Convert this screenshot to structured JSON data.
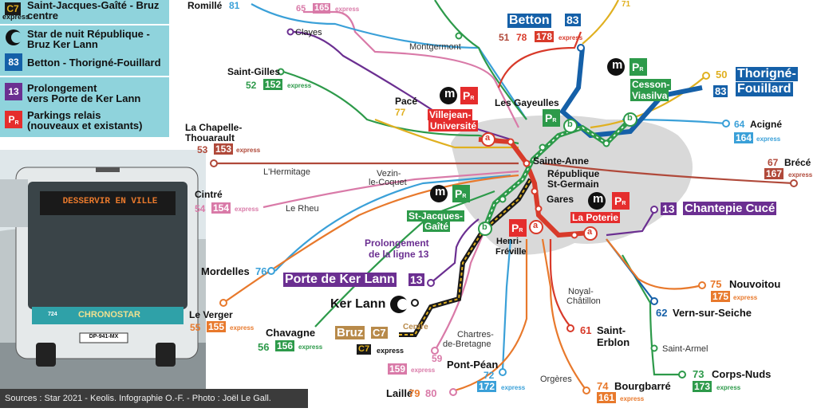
{
  "colors": {
    "legend_bg": "#8fd3dc",
    "c7": "#1a1a1a",
    "line13": "#6b2f91",
    "line83": "#1560a8",
    "metro": "#111111",
    "pr_red": "#e52d2d",
    "red": "#d83a2a",
    "green": "#2d9a4a",
    "orange": "#e8792c",
    "purple": "#6b2f91",
    "brown": "#b0493a",
    "yellow": "#e0b020",
    "pink": "#d97aa8",
    "lightblue": "#3aa0d8",
    "metro_area": "#d9d9d9"
  },
  "legend": {
    "c7_title": "Saint-Jacques-Gaîté - Bruz centre",
    "c7_badge": "C7",
    "c7_express": "express",
    "night_title_1": "Star de nuit République -",
    "night_title_2": "Bruz Ker Lann",
    "line83_badge": "83",
    "line83_title": "Betton - Thorigné-Fouillard",
    "line13_badge": "13",
    "line13_title_1": "Prolongement",
    "line13_title_2": "vers Porte de Ker Lann",
    "pr_badge": "P",
    "pr_sub": "R",
    "pr_title_1": "Parkings relais",
    "pr_title_2": "(nouveaux et existants)"
  },
  "photo": {
    "headsign": "DESSERVIR EN VILLE",
    "brand": "CHRONOSTAR",
    "plate": "DP-941-MX",
    "fleet": "724"
  },
  "credits": "Sources : Star 2021 - Keolis. Infographie O.-F. - Photo : Joël Le Gall.",
  "places": {
    "romille": "Romillé",
    "romille_num": "81",
    "l65": "65",
    "l165": "165",
    "express": "express",
    "clayes": "Clayes",
    "montgermont": "Montgermont",
    "betton": "Betton",
    "betton_83": "83",
    "l51": "51",
    "l78": "78",
    "l178": "178",
    "saint_gilles": "Saint-Gilles",
    "l52": "52",
    "l152": "152",
    "pace": "Pacé",
    "l77": "77",
    "villejean_1": "Villejean-",
    "villejean_2": "Université",
    "gayeulles": "Les Gayeulles",
    "cesson_1": "Cesson-",
    "cesson_2": "Viasilva",
    "l50": "50",
    "l83b": "83",
    "thorigne_1": "Thorigné-",
    "thorigne_2": "Fouillard",
    "chapelle_1": "La Chapelle-",
    "chapelle_2": "Thouarault",
    "l53": "53",
    "l153": "153",
    "l64": "64",
    "acigne": "Acigné",
    "l164": "164",
    "hermitage": "L'Hermitage",
    "vezin_1": "Vezin-",
    "vezin_2": "le-Coquet",
    "sainte_anne": "Sainte-Anne",
    "republique": "République",
    "st_germain": "St-Germain",
    "gares": "Gares",
    "l67": "67",
    "brece": "Brécé",
    "l167": "167",
    "cintre": "Cintré",
    "l54": "54",
    "l154": "154",
    "le_rheu": "Le Rheu",
    "stjacques_1": "St-Jacques-",
    "stjacques_2": "Gaîté",
    "poterie": "La Poterie",
    "l13": "13",
    "chantepie": "Chantepie Cucé",
    "prolong_1": "Prolongement",
    "prolong_2": "de la ligne 13",
    "henri_1": "Henri-",
    "henri_2": "Fréville",
    "mordelles": "Mordelles",
    "l76": "76",
    "porte_ker_lann": "Porte de Ker Lann",
    "l13b": "13",
    "ker_lann": "Ker Lann",
    "noyal_1": "Noyal-",
    "noyal_2": "Châtillon",
    "l75": "75",
    "nouvoitou": "Nouvoitou",
    "l175": "175",
    "le_verger": "Le Verger",
    "l55": "55",
    "l155": "155",
    "l62": "62",
    "vern": "Vern-sur-Seiche",
    "chavagne": "Chavagne",
    "l56": "56",
    "l156": "156",
    "bruz": "Bruz",
    "c7": "C7",
    "centre": "Centre",
    "chartres_1": "Chartres-",
    "chartres_2": "de-Bretagne",
    "l61": "61",
    "saint_erblon_1": "Saint-",
    "saint_erblon_2": "Erblon",
    "saint_armel": "Saint-Armel",
    "l59": "59",
    "l159": "159",
    "pont_pean": "Pont-Péan",
    "l72": "72",
    "l172": "172",
    "orgeres": "Orgères",
    "l74": "74",
    "bourgbarre": "Bourgbarré",
    "l161": "161",
    "l73": "73",
    "corps_nuds": "Corps-Nuds",
    "l173": "173",
    "laille": "Laillé",
    "l79": "79",
    "l80": "80",
    "l71": "71",
    "metro_m": "m",
    "metro_a": "a",
    "metro_b": "b"
  }
}
